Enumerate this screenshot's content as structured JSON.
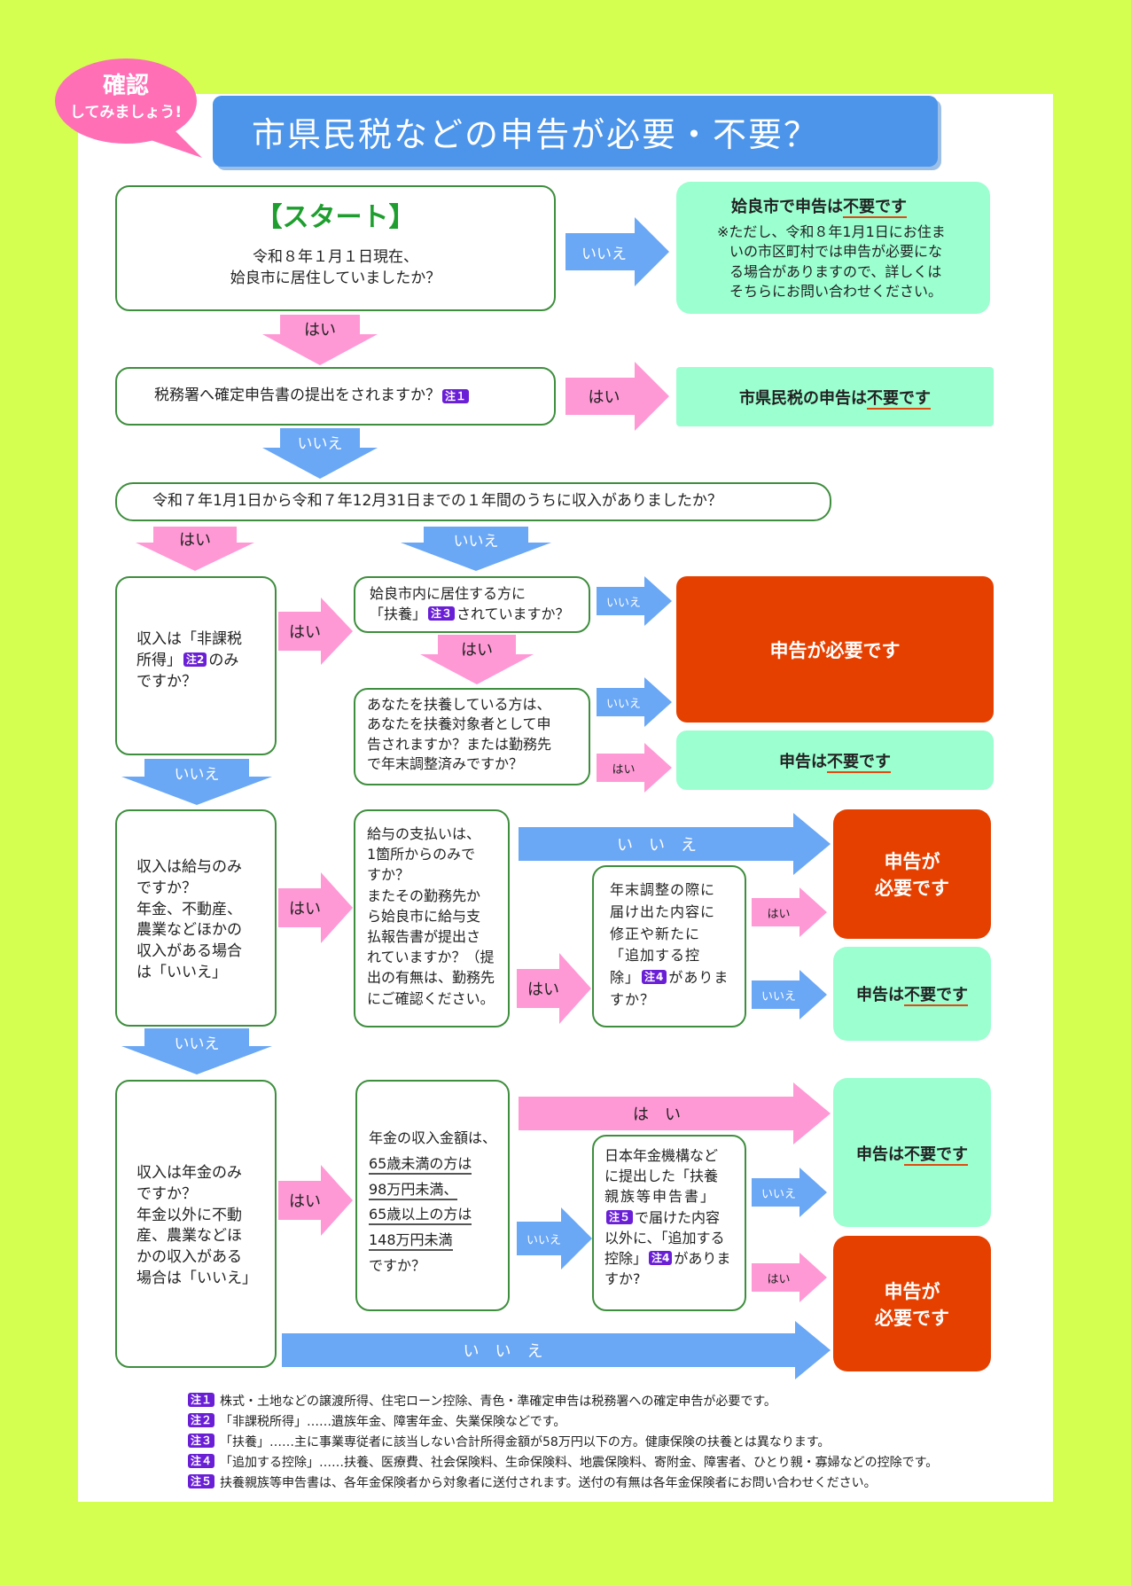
{
  "header": {
    "bubble_line1": "確認",
    "bubble_line2": "してみましょう!",
    "title": "市県民税などの申告が必要・不要？"
  },
  "colors": {
    "background": "#d4ff50",
    "title_bar": "#4c95ea",
    "mint": "#9bffd0",
    "red": "#e64000",
    "pink_arrow": "#ff99d6",
    "blue_arrow": "#6aa7f5",
    "bubble": "#ff6fb5",
    "badge": "#6a1fd6"
  },
  "q1": {
    "heading": "【スタート】",
    "line1": "令和８年１月１日現在、",
    "line2": "姶良市に居住していましたか？"
  },
  "r1": {
    "title_a": "姶良市で申告は",
    "title_b": "不要です",
    "line1": "※ただし、令和８年1月1日にお住ま",
    "line2": "いの市区町村では申告が必要にな",
    "line3": "る場合がありますので、詳しくは",
    "line4": "そちらにお問い合わせください。"
  },
  "q2": {
    "text": "税務署へ確定申告書の提出をされますか？"
  },
  "r2": {
    "title_a": "市県民税の申告は",
    "title_b": "不要です"
  },
  "q3": {
    "text": "令和７年1月1日から令和７年12月31日までの１年間のうちに収入がありましたか？"
  },
  "q4": {
    "line1": "収入は「非課税",
    "line2_a": "所得」",
    "line2_b": "のみ",
    "line3": "ですか？"
  },
  "q5": {
    "line1": "姶良市内に居住する方に",
    "line2_a": "「扶養」",
    "line2_b": "されていますか？"
  },
  "q6": {
    "line1": "あなたを扶養している方は、",
    "line2": "あなたを扶養対象者として申",
    "line3": "告されますか？または勤務先",
    "line4": "で年末調整済みですか？"
  },
  "r3": {
    "text": "申告が必要です"
  },
  "r4": {
    "title_a": "申告は",
    "title_b": "不要です"
  },
  "q7": {
    "line1": "収入は給与のみ",
    "line2": "ですか？",
    "line3": "年金、不動産、",
    "line4": "農業などほかの",
    "line5": "収入がある場合",
    "line6": "は「いいえ」"
  },
  "q8": {
    "line1": "給与の支払いは、",
    "line2": "1箇所からのみで",
    "line3": "すか？",
    "line4": "またその勤務先か",
    "line5": "ら姶良市に給与支",
    "line6": "払報告書が提出さ",
    "line7": "れていますか？（提",
    "line8": "出の有無は、勤務先",
    "line9": "にご確認ください。"
  },
  "q9": {
    "line1": "年末調整の際に",
    "line2": "届け出た内容に",
    "line3": "修正や新たに",
    "line4": "「追加する控",
    "line5_a": "除」",
    "line5_b": "がありま",
    "line6": "すか？"
  },
  "r5": {
    "line1": "申告が",
    "line2": "必要です"
  },
  "r6": {
    "title_a": "申告は",
    "title_b": "不要です"
  },
  "q10": {
    "line1": "収入は年金のみ",
    "line2": "ですか？",
    "line3": "年金以外に不動",
    "line4": "産、農業などほ",
    "line5": "かの収入がある",
    "line6": "場合は「いいえ」"
  },
  "q11": {
    "line1": "年金の収入金額は、",
    "line2": "65歳未満の方は",
    "line3": "98万円未満、",
    "line4": "65歳以上の方は",
    "line5": "148万円未満",
    "line6": "ですか？"
  },
  "q12": {
    "line1": "日本年金機構など",
    "line2": "に提出した「扶養",
    "line3": "親族等申告書」",
    "line4_b": "で届けた内容",
    "line5": "以外に、「追加する",
    "line6_a": "控除」",
    "line6_b": "がありま",
    "line7": "すか?"
  },
  "r7": {
    "title_a": "申告は",
    "title_b": "不要です"
  },
  "r8": {
    "line1": "申告が",
    "line2": "必要です"
  },
  "arrows": {
    "yes": "はい",
    "no": "いいえ",
    "yes_spaced": "は　い",
    "no_spaced": "い　い　え"
  },
  "badges": {
    "n1": "注１",
    "n2": "注2",
    "n3": "注３",
    "n4": "注4",
    "n5": "注５"
  },
  "notes": [
    {
      "badge": "注１",
      "text": "株式・土地などの譲渡所得、住宅ローン控除、青色・準確定申告は税務署への確定申告が必要です。"
    },
    {
      "badge": "注２",
      "text": "「非課税所得」……遺族年金、障害年金、失業保険などです。"
    },
    {
      "badge": "注３",
      "text": "「扶養」……主に事業専従者に該当しない合計所得金額が58万円以下の方。健康保険の扶養とは異なります。"
    },
    {
      "badge": "注４",
      "text": "「追加する控除」……扶養、医療費、社会保険料、生命保険料、地震保険料、寄附金、障害者、ひとり親・寡婦などの控除です。"
    },
    {
      "badge": "注５",
      "text": "扶養親族等申告書は、各年金保険者から対象者に送付されます。送付の有無は各年金保険者にお問い合わせください。"
    }
  ]
}
